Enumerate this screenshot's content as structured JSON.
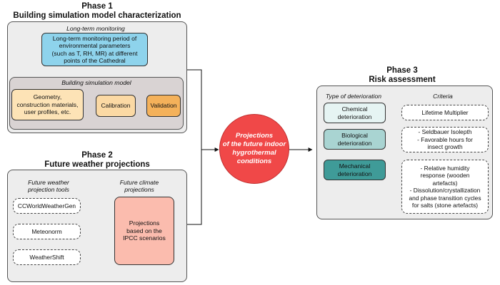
{
  "phase1": {
    "number": "Phase 1",
    "title": "Building simulation model characterization",
    "monitoring_label": "Long-term monitoring",
    "monitoring_box": [
      "Long-term monitoring period of",
      "environmental parameters",
      "(such as T, RH, MR) at different",
      "points of the Cathedral"
    ],
    "model_label": "Building simulation model",
    "geometry_box": [
      "Geometry,",
      "construction materials,",
      "user profiles, etc."
    ],
    "calibration": "Calibration",
    "validation": "Validation"
  },
  "phase2": {
    "number": "Phase 2",
    "title": "Future weather projections",
    "tools_label": [
      "Future weather",
      "projection tools"
    ],
    "climate_label": [
      "Future climate",
      "projections"
    ],
    "tools": [
      "CCWorldWeatherGen",
      "Meteonorm",
      "WeatherShift"
    ],
    "projection_box": [
      "Projections",
      "based on the",
      "IPCC scenarios"
    ]
  },
  "center": [
    "Projections",
    "of the future indoor",
    "hygrothermal",
    "conditions"
  ],
  "phase3": {
    "number": "Phase 3",
    "title": "Risk assessment",
    "type_label": "Type of deterioration",
    "criteria_label": "Criteria",
    "types": [
      [
        "Chemical",
        "deterioration"
      ],
      [
        "Biological",
        "deterioration"
      ],
      [
        "Mechanical",
        "deterioration"
      ]
    ],
    "criteria": [
      [
        "Lifetime Multiplier"
      ],
      [
        "- Seldbauer Isolepth",
        "- Favorable hours for",
        "insect growth"
      ],
      [
        "- Relative humidity",
        "response (wooden",
        "artefacts)",
        "- Dissolution/crystallization",
        "and phase transition cycles",
        "for salts (stone artefacts)"
      ]
    ]
  },
  "colors": {
    "monitoring": "#8ed3ec",
    "geometry": "#fde3b6",
    "calibration": "#fbd9a4",
    "validation": "#f4b15a",
    "projection": "#fbbcae",
    "center": "#f04848",
    "chemical": "#e6f4f3",
    "biological": "#a9d4d2",
    "mechanical": "#3f9b98"
  }
}
